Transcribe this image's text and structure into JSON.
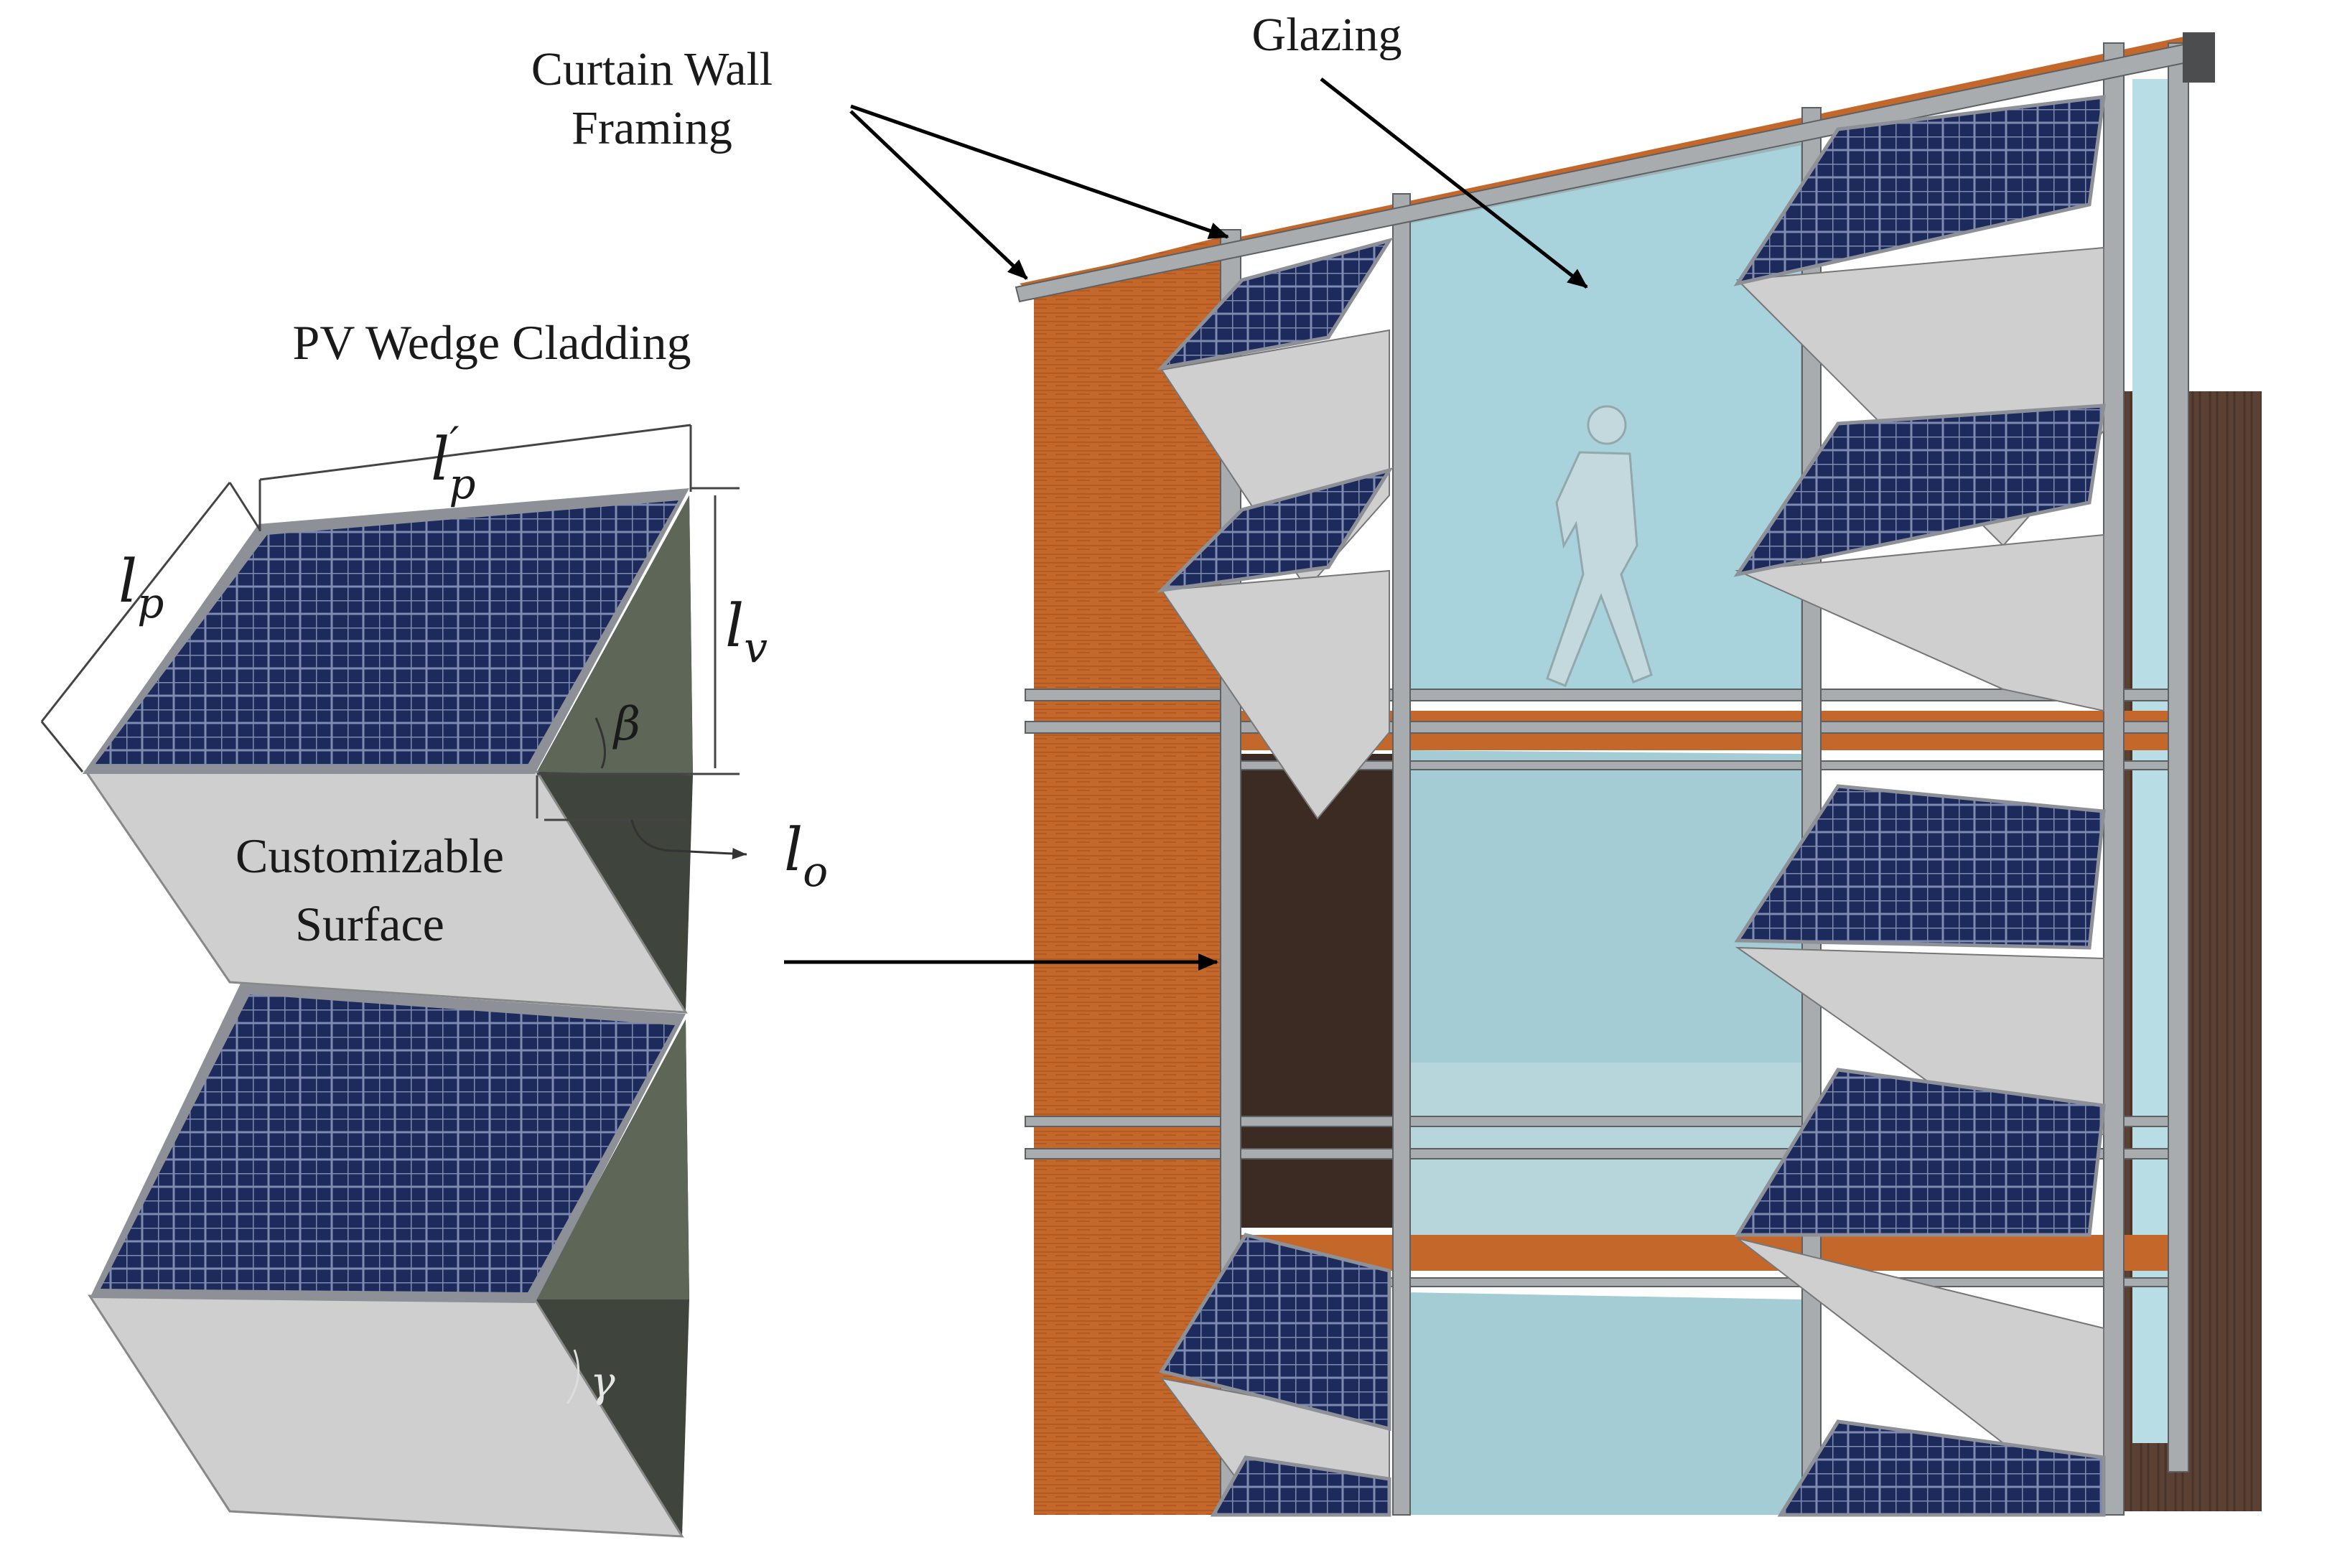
{
  "labels": {
    "curtain_wall_line1": "Curtain Wall",
    "curtain_wall_line2": "Framing",
    "glazing": "Glazing",
    "pv_wedge_cladding": "PV Wedge Cladding",
    "customizable_line1": "Customizable",
    "customizable_line2": "Surface"
  },
  "dimensions": {
    "lp_prime_base": "l",
    "lp_prime_sub": "p",
    "lp_prime_sup": "′",
    "lp_base": "l",
    "lp_sub": "p",
    "lv_base": "l",
    "lv_sub": "v",
    "lo_base": "l",
    "lo_sub": "o",
    "beta": "β",
    "gamma": "γ"
  },
  "colors": {
    "pv_cell": "#1c2a5c",
    "pv_grid": "#8d96b8",
    "wedge_light": "#cfcfcf",
    "wedge_dark": "#4a4f45",
    "wall_wood": "#c4672a",
    "glass": "#a9d3dc",
    "frame": "#a9acae"
  }
}
